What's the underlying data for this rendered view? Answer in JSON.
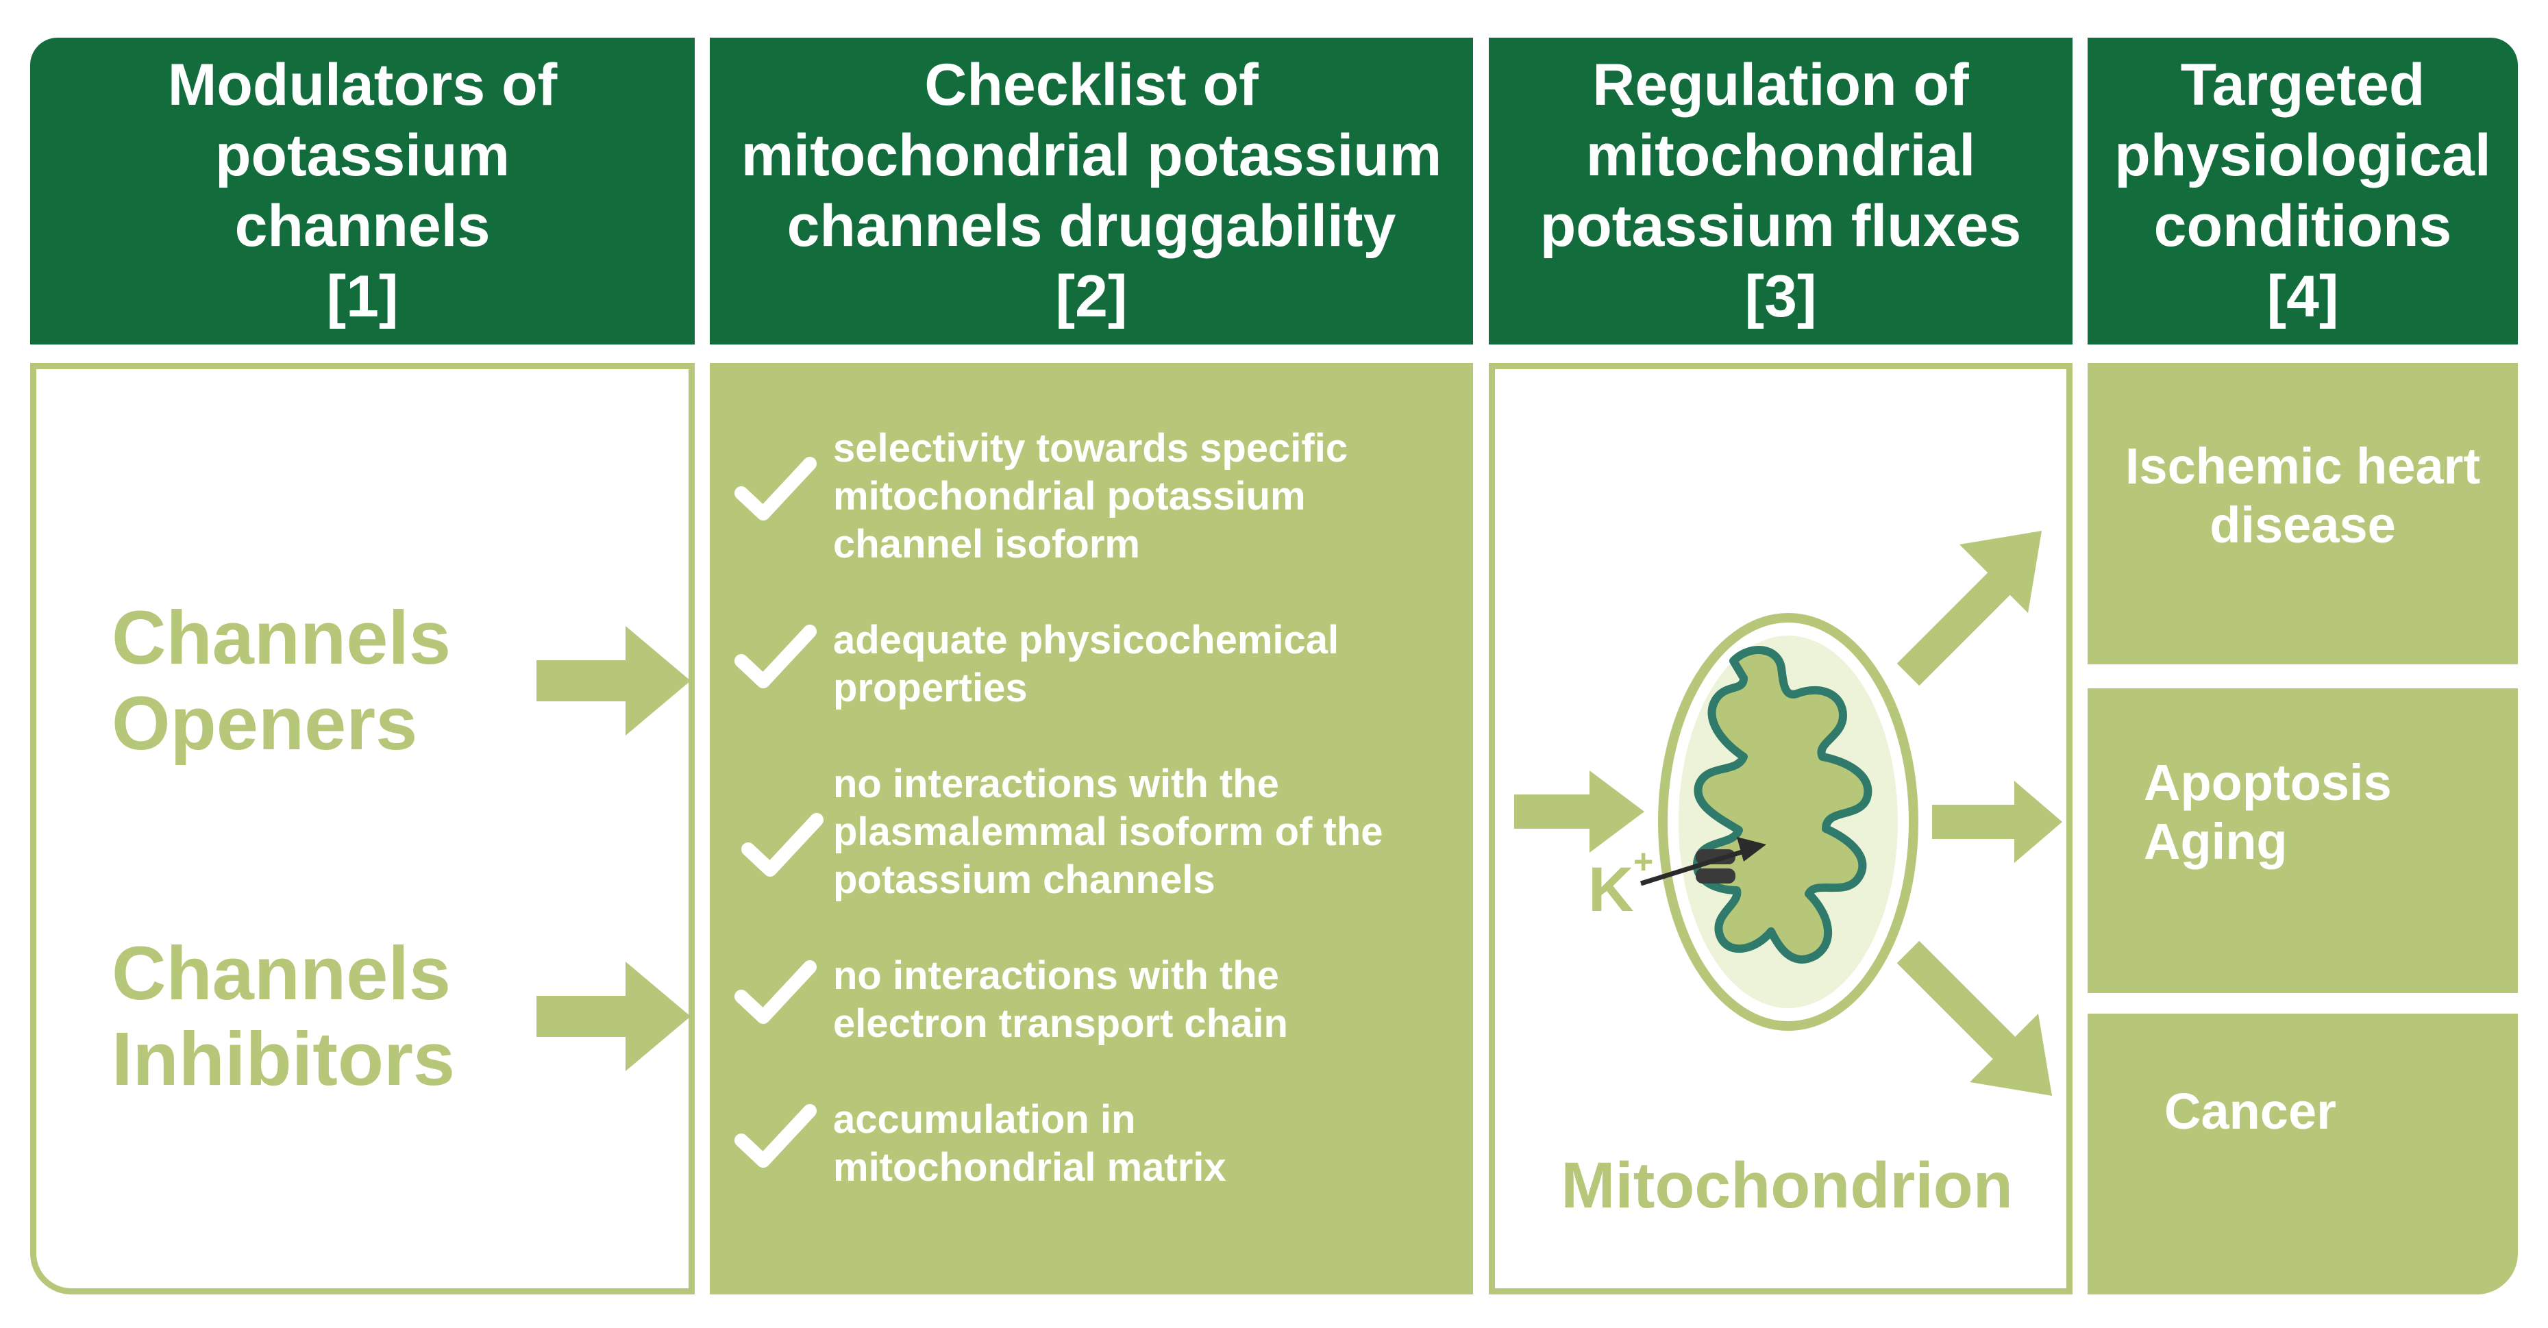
{
  "columns": [
    {
      "header": [
        "Modulators of",
        "potassium",
        "channels"
      ],
      "ref": "[1]"
    },
    {
      "header": [
        "Checklist of",
        "mitochondrial potassium",
        "channels druggability"
      ],
      "ref": "[2]"
    },
    {
      "header": [
        "Regulation of",
        "mitochondrial",
        "potassium fluxes"
      ],
      "ref": "[3]"
    },
    {
      "header": [
        "Targeted",
        "physiological",
        "conditions"
      ],
      "ref": "[4]"
    }
  ],
  "modulators": [
    {
      "lines": [
        "Channels",
        "Openers"
      ]
    },
    {
      "lines": [
        "Channels",
        "Inhibitors"
      ]
    }
  ],
  "checklist": [
    {
      "lines": [
        "selectivity towards specific",
        "mitochondrial potassium",
        "channel isoform"
      ]
    },
    {
      "lines": [
        "adequate physicochemical",
        "properties"
      ]
    },
    {
      "lines": [
        "no interactions with the",
        "plasmalemmal  isoform of the",
        "potassium channels"
      ]
    },
    {
      "lines": [
        "no interactions with the",
        "electron transport chain"
      ]
    },
    {
      "lines": [
        "accumulation in",
        "mitochondrial matrix"
      ]
    }
  ],
  "mitochondrion": {
    "label": "Mitochondrion",
    "ion": "K",
    "ion_charge": "+"
  },
  "conditions": [
    {
      "lines": [
        "Ischemic heart",
        "disease"
      ]
    },
    {
      "lines": [
        "Apoptosis",
        "Aging"
      ]
    },
    {
      "lines": [
        "Cancer"
      ]
    }
  ],
  "colors": {
    "header": "#136c3c",
    "accent": "#b7c77a",
    "mito_outline": "#2f7a6a",
    "mito_fill": "#edf3d8"
  },
  "icons": {
    "check": "check-icon",
    "arrow": "arrow-right-icon"
  }
}
